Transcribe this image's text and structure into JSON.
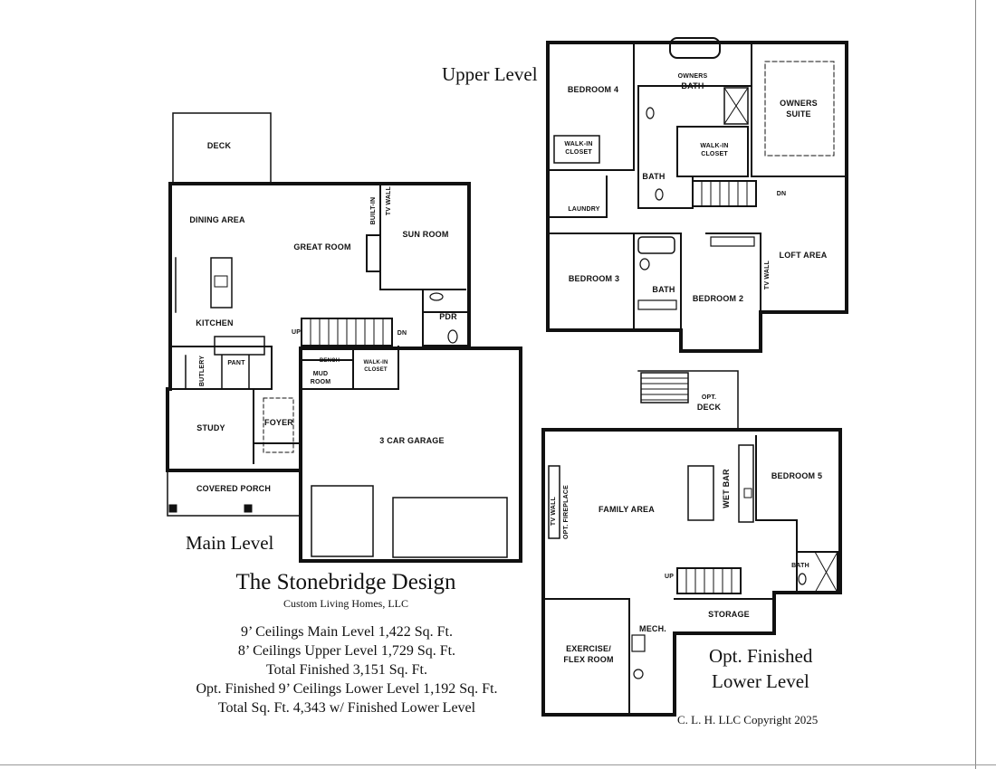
{
  "titles": {
    "upper_level": "Upper Level",
    "main_level": "Main Level",
    "lower_level_line1": "Opt. Finished",
    "lower_level_line2": "Lower Level"
  },
  "design": {
    "name": "The Stonebridge Design",
    "company": "Custom Living Homes, LLC",
    "stats": [
      "9’ Ceilings Main Level 1,422 Sq. Ft.",
      "8’ Ceilings Upper Level 1,729 Sq. Ft.",
      "Total Finished 3,151 Sq. Ft.",
      "Opt. Finished 9’ Ceilings Lower Level 1,192 Sq. Ft.",
      "Total Sq. Ft. 4,343 w/ Finished Lower Level"
    ],
    "copyright": "C. L. H. LLC Copyright 2025"
  },
  "main_level": {
    "deck": "DECK",
    "dining_area": "DINING AREA",
    "great_room": "GREAT ROOM",
    "built_in": "BUILT-IN",
    "tv_wall": "TV WALL",
    "sun_room": "SUN ROOM",
    "kitchen": "KITCHEN",
    "pdr": "PDR",
    "up": "UP",
    "dn": "DN",
    "butlery": "BUTLERY",
    "pant": "PANT",
    "bench": "BENCH",
    "mud_room_1": "MUD",
    "mud_room_2": "ROOM",
    "walk_in_closet_1": "WALK-IN",
    "walk_in_closet_2": "CLOSET",
    "study": "STUDY",
    "foyer": "FOYER",
    "garage": "3 CAR GARAGE",
    "covered_porch": "COVERED PORCH"
  },
  "upper_level": {
    "bedroom4": "BEDROOM 4",
    "owners_bath_1": "OWNERS",
    "owners_bath_2": "BATH",
    "owners_suite_1": "OWNERS",
    "owners_suite_2": "SUITE",
    "walk_in_closet_a_1": "WALK-IN",
    "walk_in_closet_a_2": "CLOSET",
    "walk_in_closet_b_1": "WALK-IN",
    "walk_in_closet_b_2": "CLOSET",
    "bath_a": "BATH",
    "laundry": "LAUNDRY",
    "dn": "DN",
    "loft_area": "LOFT AREA",
    "tv_wall": "TV WALL",
    "bedroom3": "BEDROOM 3",
    "bath_b": "BATH",
    "bedroom2": "BEDROOM 2"
  },
  "lower_level": {
    "opt_deck_1": "OPT.",
    "opt_deck_2": "DECK",
    "bedroom5": "BEDROOM 5",
    "wet_bar": "WET BAR",
    "family_area": "FAMILY AREA",
    "tv_wall": "TV WALL",
    "opt_fireplace": "OPT. FIREPLACE",
    "bath": "BATH",
    "up": "UP",
    "storage": "STORAGE",
    "mech": "MECH.",
    "exercise_1": "EXERCISE/",
    "exercise_2": "FLEX ROOM"
  }
}
